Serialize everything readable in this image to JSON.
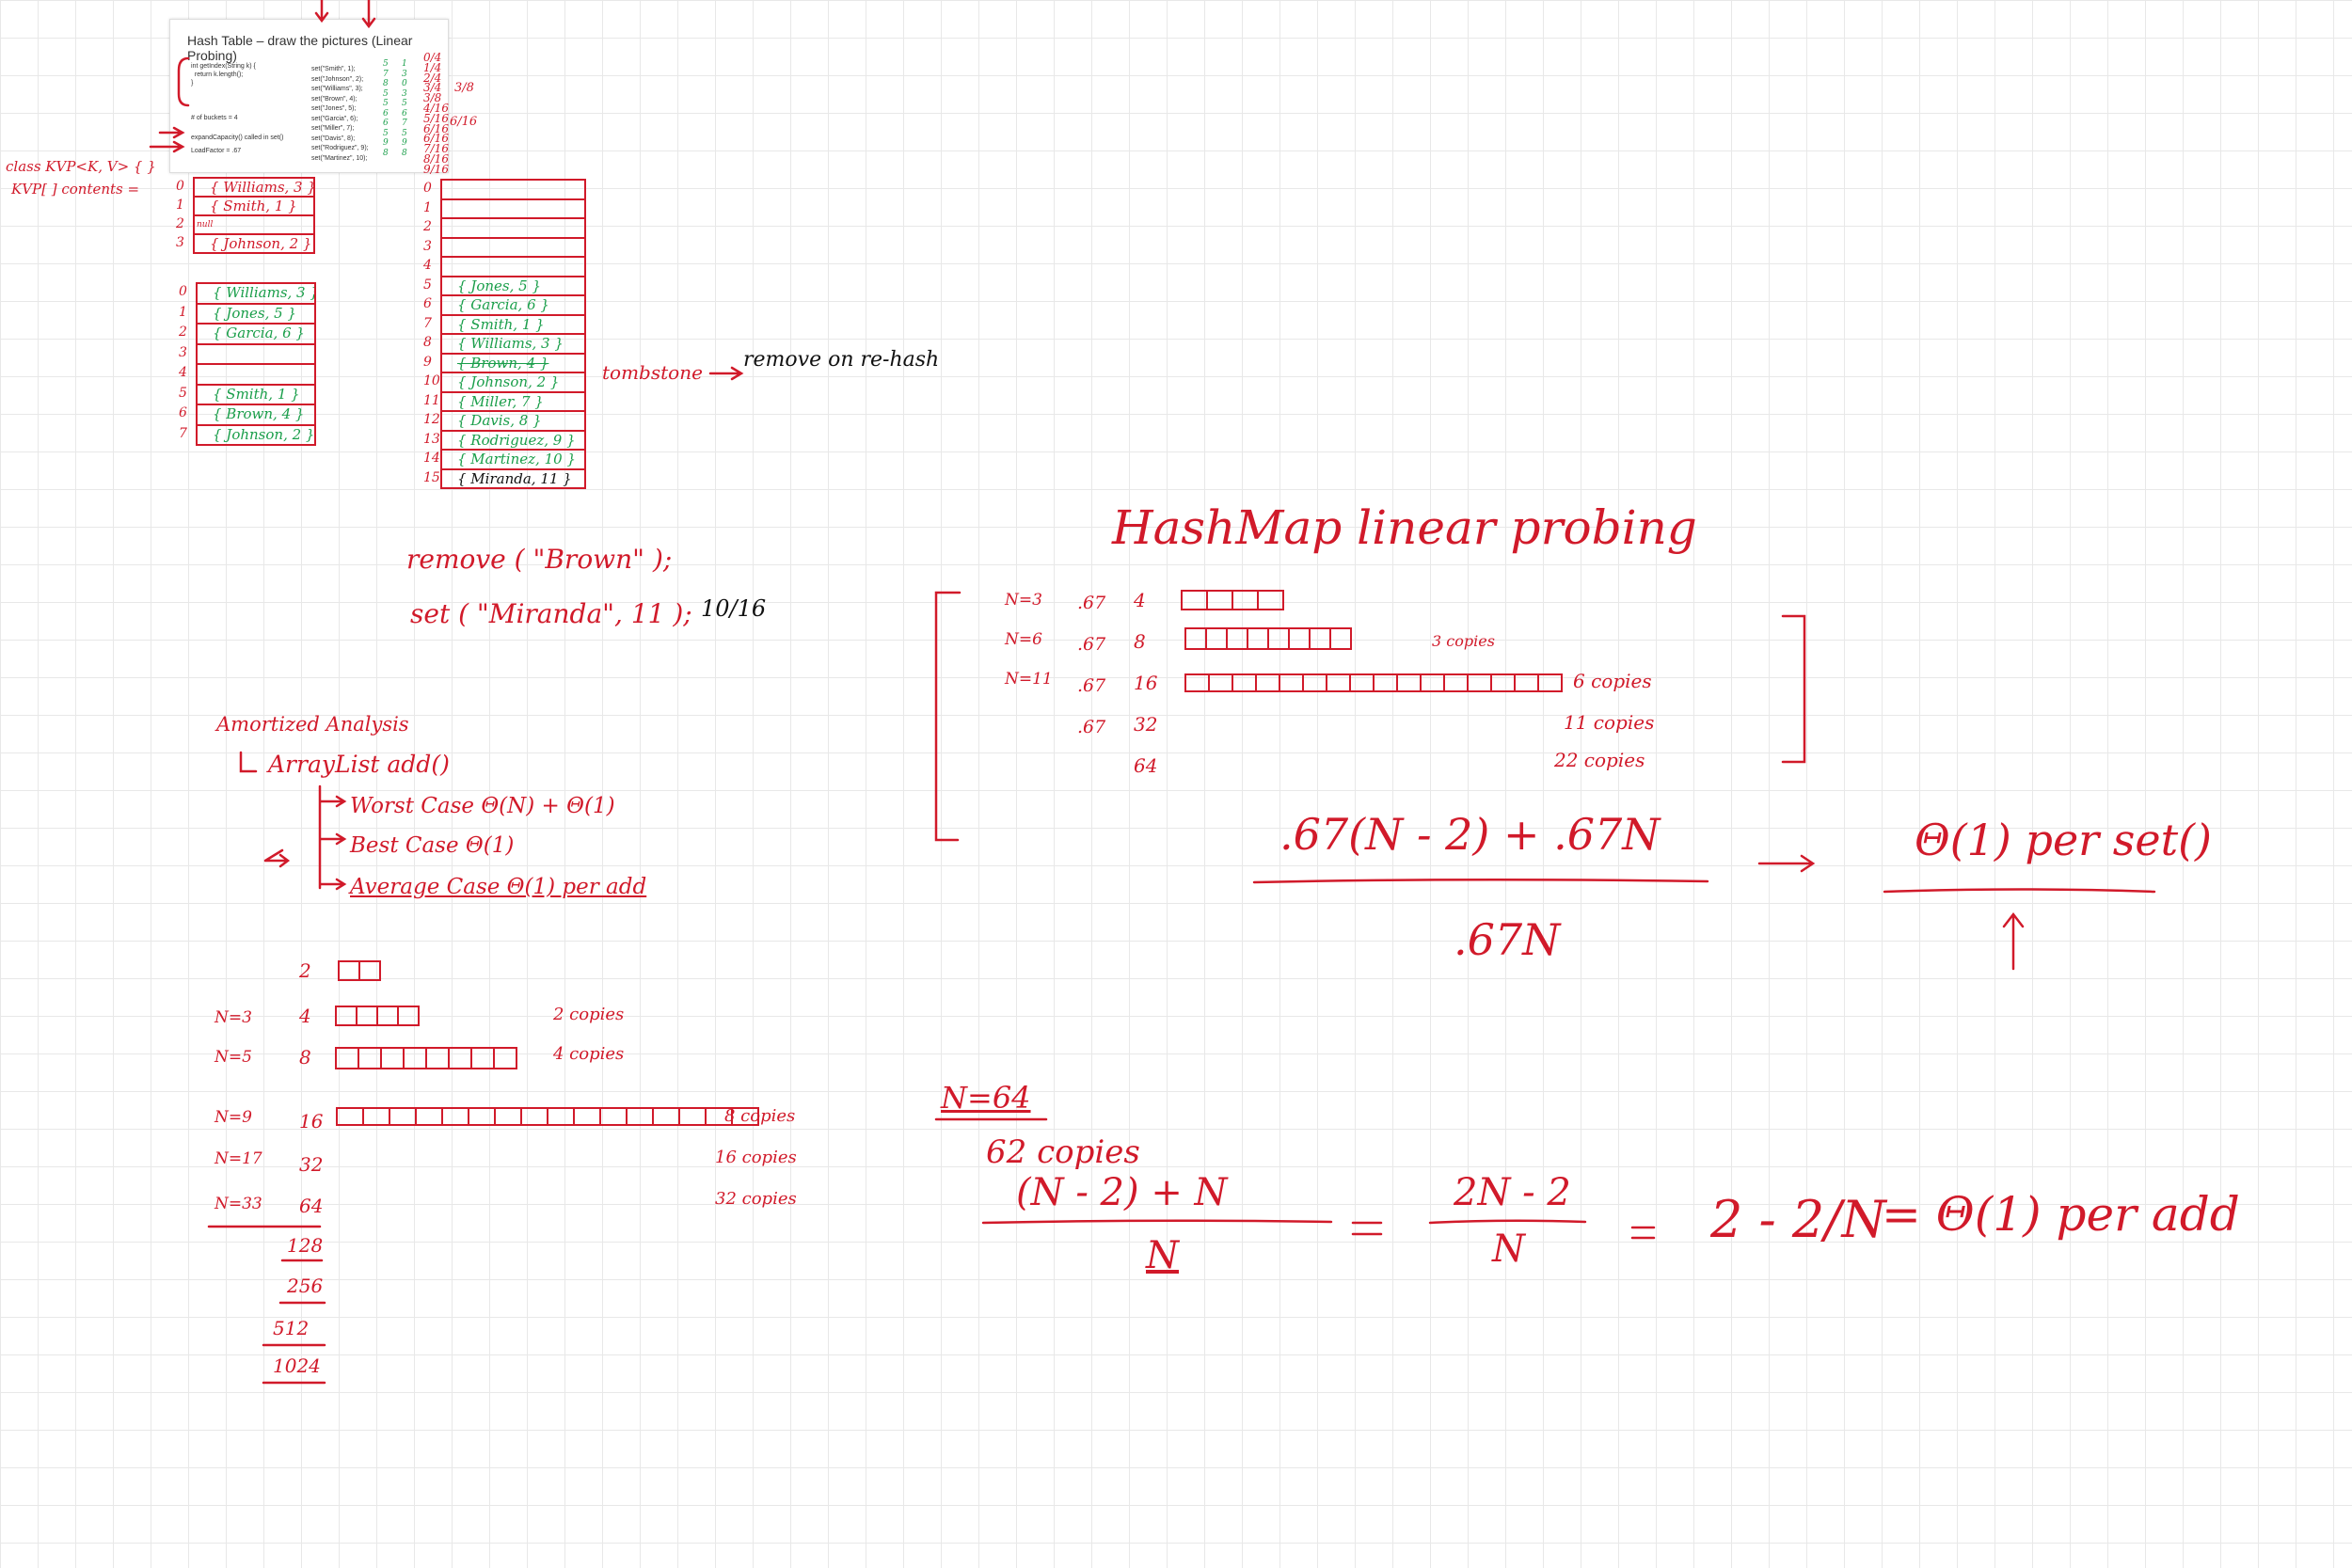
{
  "slide": {
    "title": "Hash Table – draw the pictures (Linear Probing)",
    "getindex_code": "int getIndex(String k) {\n  return k.length();\n}",
    "buckets_line": "# of buckets = 4",
    "expand_line": "expandCapacity() called in set()",
    "loadfactor_line": "LoadFactor = .67",
    "set_calls": [
      "set(\"Smith\", 1);",
      "set(\"Johnson\", 2);",
      "set(\"Williams\", 3);",
      "set(\"Brown\", 4);",
      "set(\"Jones\", 5);",
      "set(\"Garcia\", 6);",
      "set(\"Miller\", 7);",
      "set(\"Davis\", 8);",
      "set(\"Rodriguez\", 9);",
      "set(\"Martinez\", 10);"
    ],
    "hash_col": [
      "5",
      "7",
      "8",
      "5",
      "5",
      "6",
      "6",
      "5",
      "9",
      "8"
    ],
    "index_col": [
      "1",
      "3",
      "0",
      "3",
      "5",
      "6",
      "7",
      "5",
      "9",
      "8"
    ],
    "ratios": [
      "0/4",
      "1/4",
      "2/4",
      "3/4",
      "3/8",
      "4/16",
      "5/16",
      "6/16",
      "6/16",
      "7/16",
      "8/16",
      "9/16"
    ],
    "side_ratio_1": "3/8",
    "side_ratio_2": "6/16"
  },
  "notes": {
    "class_line": "class KVP<K, V> { }",
    "contents_line": "KVP[ ] contents ="
  },
  "table1": {
    "indices": [
      "0",
      "1",
      "2",
      "3"
    ],
    "cells": [
      "{ Williams, 3 }",
      "{ Smith, 1 }",
      "null",
      "{ Johnson, 2 }"
    ]
  },
  "table2": {
    "indices": [
      "0",
      "1",
      "2",
      "3",
      "4",
      "5",
      "6",
      "7"
    ],
    "cells": [
      "{ Williams, 3 }",
      "{ Jones, 5 }",
      "{ Garcia, 6 }",
      "",
      "",
      "{ Smith, 1 }",
      "{ Brown, 4 }",
      "{ Johnson, 2 }"
    ]
  },
  "table3": {
    "indices": [
      "0",
      "1",
      "2",
      "3",
      "4",
      "5",
      "6",
      "7",
      "8",
      "9",
      "10",
      "11",
      "12",
      "13",
      "14",
      "15"
    ],
    "cells": [
      "",
      "",
      "",
      "",
      "",
      "{ Jones, 5 }",
      "{ Garcia, 6 }",
      "{ Smith, 1 }",
      "{ Williams, 3 }",
      "{ Brown, 4 }",
      "{ Johnson, 2 }",
      "{ Miller, 7 }",
      "{ Davis, 8 }",
      "{ Rodriguez, 9 }",
      "{ Martinez, 10 }",
      "{ Miranda, 11 }"
    ]
  },
  "tombstone": {
    "label": "tombstone",
    "arrow_note": "remove on re-hash"
  },
  "ops": {
    "remove": "remove ( \"Brown\" );",
    "set": "set ( \"Miranda\", 11 );",
    "ratio": "10/16"
  },
  "amortized": {
    "title": "Amortized Analysis",
    "arraylist": "ArrayList   add()",
    "worst": "Worst Case   Θ(N) + Θ(1)",
    "best": "Best Case   Θ(1)",
    "average": "Average Case   Θ(1)  per add",
    "sizes": [
      "2",
      "4",
      "8",
      "16",
      "32",
      "64",
      "128",
      "256",
      "512",
      "1024"
    ],
    "n_labels": [
      "N=3",
      "N=5",
      "N=9",
      "N=17",
      "N=33"
    ],
    "copies": [
      "2 copies",
      "4 copies",
      "8 copies",
      "16 copies",
      "32 copies"
    ]
  },
  "hashmap": {
    "title": "HashMap  linear  probing",
    "n_labels": [
      "N=3",
      "N=6",
      "N=11"
    ],
    "lf": [
      ".67",
      ".67",
      ".67",
      ".67"
    ],
    "sizes": [
      "4",
      "8",
      "16",
      "32",
      "64"
    ],
    "copies": [
      "3 copies",
      "6 copies",
      "11 copies",
      "22 copies"
    ],
    "formula_num": ".67(N - 2) + .67N",
    "formula_den": ".67N",
    "result": "Θ(1) per set()"
  },
  "formula2": {
    "n": "N=64",
    "copies": "62 copies",
    "num": "(N - 2)   + N",
    "den": "N",
    "eq1_num": "2N - 2",
    "eq1_den": "N",
    "eq2": "2 - 2/N",
    "result": "= Θ(1)  per add"
  }
}
